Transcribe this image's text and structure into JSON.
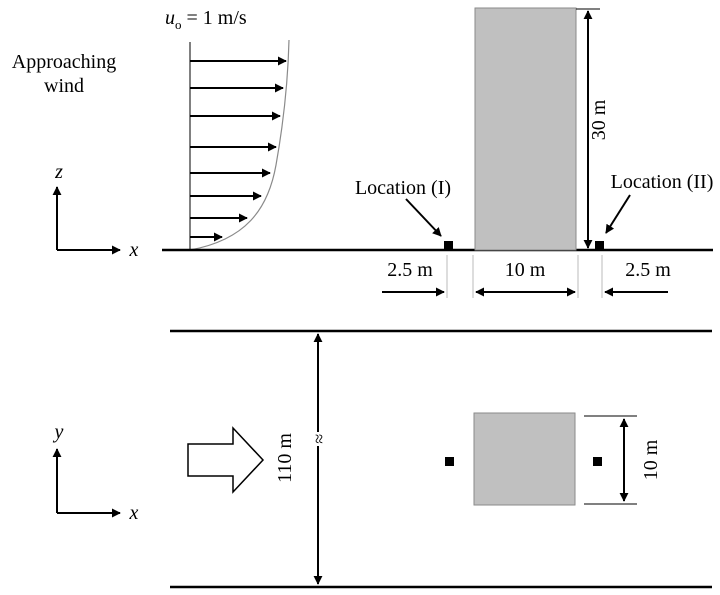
{
  "side_view": {
    "wind_speed_symbol": "u",
    "wind_speed_subscript": "o",
    "wind_speed_value": " = 1 m/s",
    "approaching_line1": "Approaching",
    "approaching_line2": "wind",
    "height_label": "30 m",
    "location1": "Location (I)",
    "location2": "Location (II)",
    "gap_left": "2.5 m",
    "building_width": "10 m",
    "gap_right": "2.5 m",
    "axis_z": "z",
    "axis_x": "x",
    "building_color": "#c0c0c0"
  },
  "plan_view": {
    "domain_width": "110 m",
    "break_symbol": "≈",
    "building_depth": "10 m",
    "axis_y": "y",
    "axis_x": "x",
    "building_color": "#c0c0c0"
  }
}
